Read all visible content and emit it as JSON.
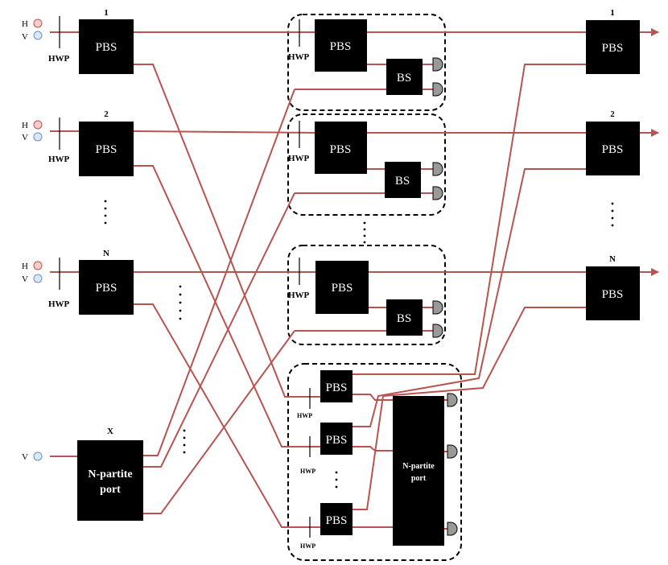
{
  "labels": {
    "pbs": "PBS",
    "bs": "BS",
    "hwp": "HWP",
    "h": "H",
    "v": "V",
    "port_index_1": "1",
    "port_index_2": "2",
    "port_index_n": "N",
    "port_index_x": "X",
    "n_partite_line1": "N-partite",
    "n_partite_line2": "port",
    "n_partite_small_line1": "N-partite",
    "n_partite_small_line2": "port"
  },
  "colors": {
    "beam": "#b85450",
    "h_polarization": "#f8cecc",
    "v_polarization": "#dae8fc",
    "component": "#000000",
    "detector": "#999999"
  }
}
